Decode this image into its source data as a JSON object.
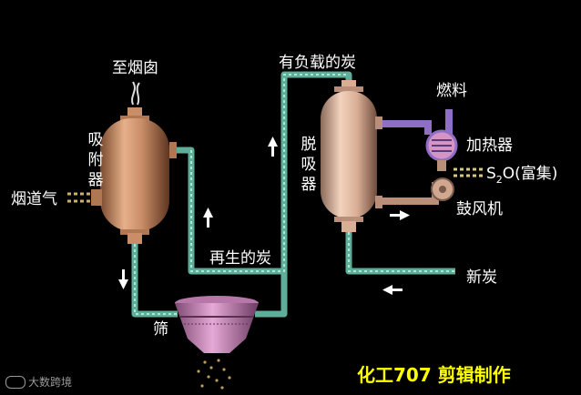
{
  "diagram": {
    "labels": {
      "chimney": "至烟囱",
      "adsorber_chars": [
        "吸",
        "附",
        "器"
      ],
      "flue_gas": "烟道气",
      "loaded_carbon": "有负载的炭",
      "desorber_chars": [
        "脱",
        "吸",
        "器"
      ],
      "fuel": "燃料",
      "heater": "加热器",
      "so2_main": "S",
      "so2_sub": "2",
      "so2_tail": "O(富集)",
      "blower": "鼓风机",
      "regenerated_carbon": "再生的炭",
      "fresh_carbon": "新炭",
      "screen": "筛"
    },
    "credit": {
      "prefix": "化工",
      "number": "707",
      "suffix": " 剪辑制作"
    },
    "watermark": "大数跨境"
  },
  "colors": {
    "background": "#000000",
    "pipe": "#5fae9a",
    "vessel": "#c98d68",
    "hopper": "#d494c4",
    "heater_duct": "#8f6fc6",
    "credit": "#ffff00"
  }
}
